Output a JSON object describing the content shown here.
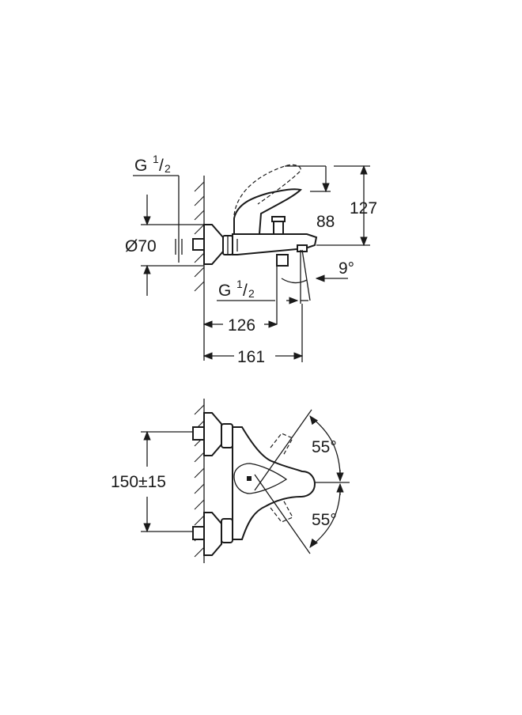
{
  "side_view": {
    "inlet_thread_top": {
      "base": "G",
      "num": "1",
      "den": "2"
    },
    "escutcheon_diameter": "Ø70",
    "spout_height": "88",
    "total_height": "127",
    "spout_angle": "9°",
    "outlet_thread": {
      "base": "G",
      "num": "1",
      "den": "2"
    },
    "outlet_distance": "126",
    "total_projection": "161"
  },
  "top_view": {
    "centre_distance": "150±15",
    "lever_angle_up": "55°",
    "lever_angle_down": "55°"
  }
}
